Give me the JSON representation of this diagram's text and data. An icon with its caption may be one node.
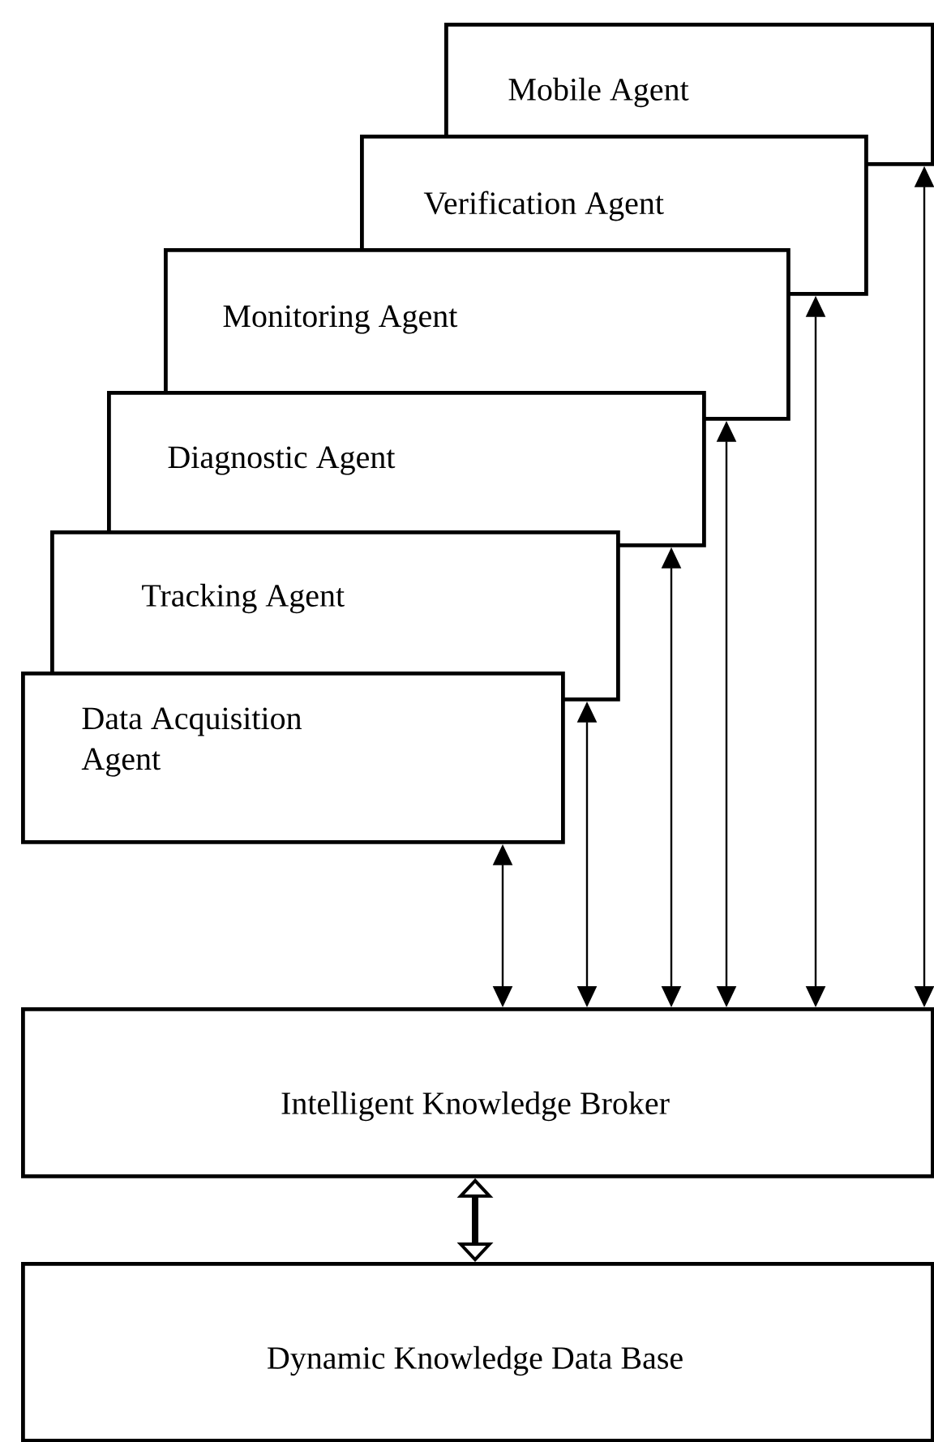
{
  "diagram": {
    "nodes": [
      {
        "text": [
          "Mobile Agent"
        ]
      },
      {
        "text": [
          "Verification Agent"
        ]
      },
      {
        "text": [
          "Monitoring Agent"
        ]
      },
      {
        "text": [
          "Diagnostic Agent"
        ]
      },
      {
        "text": [
          "Tracking Agent"
        ]
      },
      {
        "text": [
          "Data Acquisition Agent"
        ]
      },
      {
        "text": [
          "Intelligent Knowledge Broker"
        ]
      },
      {
        "text": [
          "Dynamic Knowledge Data Base"
        ]
      }
    ],
    "edges": [
      {
        "from": 5,
        "to": 6,
        "arrow": "both"
      },
      {
        "from": 4,
        "to": 6,
        "arrow": "both"
      },
      {
        "from": 3,
        "to": 6,
        "arrow": "both"
      },
      {
        "from": 2,
        "to": 6,
        "arrow": "both"
      },
      {
        "from": 1,
        "to": 6,
        "arrow": "both"
      },
      {
        "from": 0,
        "to": 6,
        "arrow": "both"
      },
      {
        "from": 6,
        "to": 7,
        "arrow": "both",
        "style": "thick"
      }
    ]
  }
}
